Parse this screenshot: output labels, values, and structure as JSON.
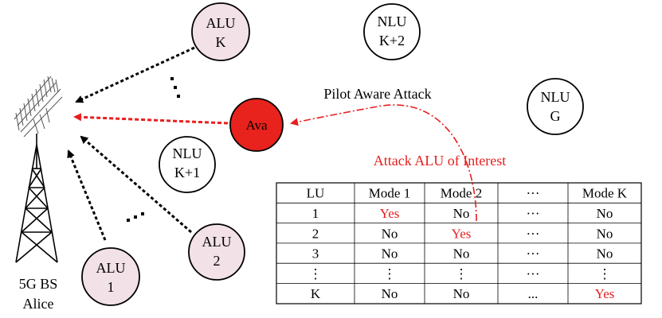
{
  "base_station": {
    "line1": "5G BS",
    "line2": "Alice"
  },
  "nodes": {
    "alu_k": {
      "line1": "ALU",
      "line2": "K"
    },
    "alu_1": {
      "line1": "ALU",
      "line2": "1"
    },
    "alu_2": {
      "line1": "ALU",
      "line2": "2"
    },
    "nlu_k2": {
      "line1": "NLU",
      "line2": "K+2"
    },
    "nlu_k1": {
      "line1": "NLU",
      "line2": "K+1"
    },
    "nlu_g": {
      "line1": "NLU",
      "line2": "G"
    },
    "ava": {
      "label": "Ava"
    }
  },
  "ellipsis": "…",
  "labels": {
    "pilot_attack": "Pilot Aware Attack",
    "attack_alu": "Attack ALU of Interest"
  },
  "table": {
    "headers": [
      "LU",
      "Mode 1",
      "Mode 2",
      "···",
      "Mode K"
    ],
    "rows": [
      [
        "1",
        "Yes",
        "No",
        "···",
        "No"
      ],
      [
        "2",
        "No",
        "Yes",
        "···",
        "No"
      ],
      [
        "3",
        "No",
        "No",
        "···",
        "No"
      ],
      [
        "⋮",
        "⋮",
        "⋮",
        "···",
        "⋮"
      ],
      [
        "K",
        "No",
        "No",
        "...",
        "Yes"
      ]
    ],
    "highlighted": [
      [
        0,
        1
      ],
      [
        1,
        2
      ],
      [
        4,
        4
      ]
    ]
  },
  "colors": {
    "alu_fill": "#f2e1e6",
    "ava_fill": "#e8221c",
    "attack": "#e81e1e",
    "line": "#000000"
  }
}
